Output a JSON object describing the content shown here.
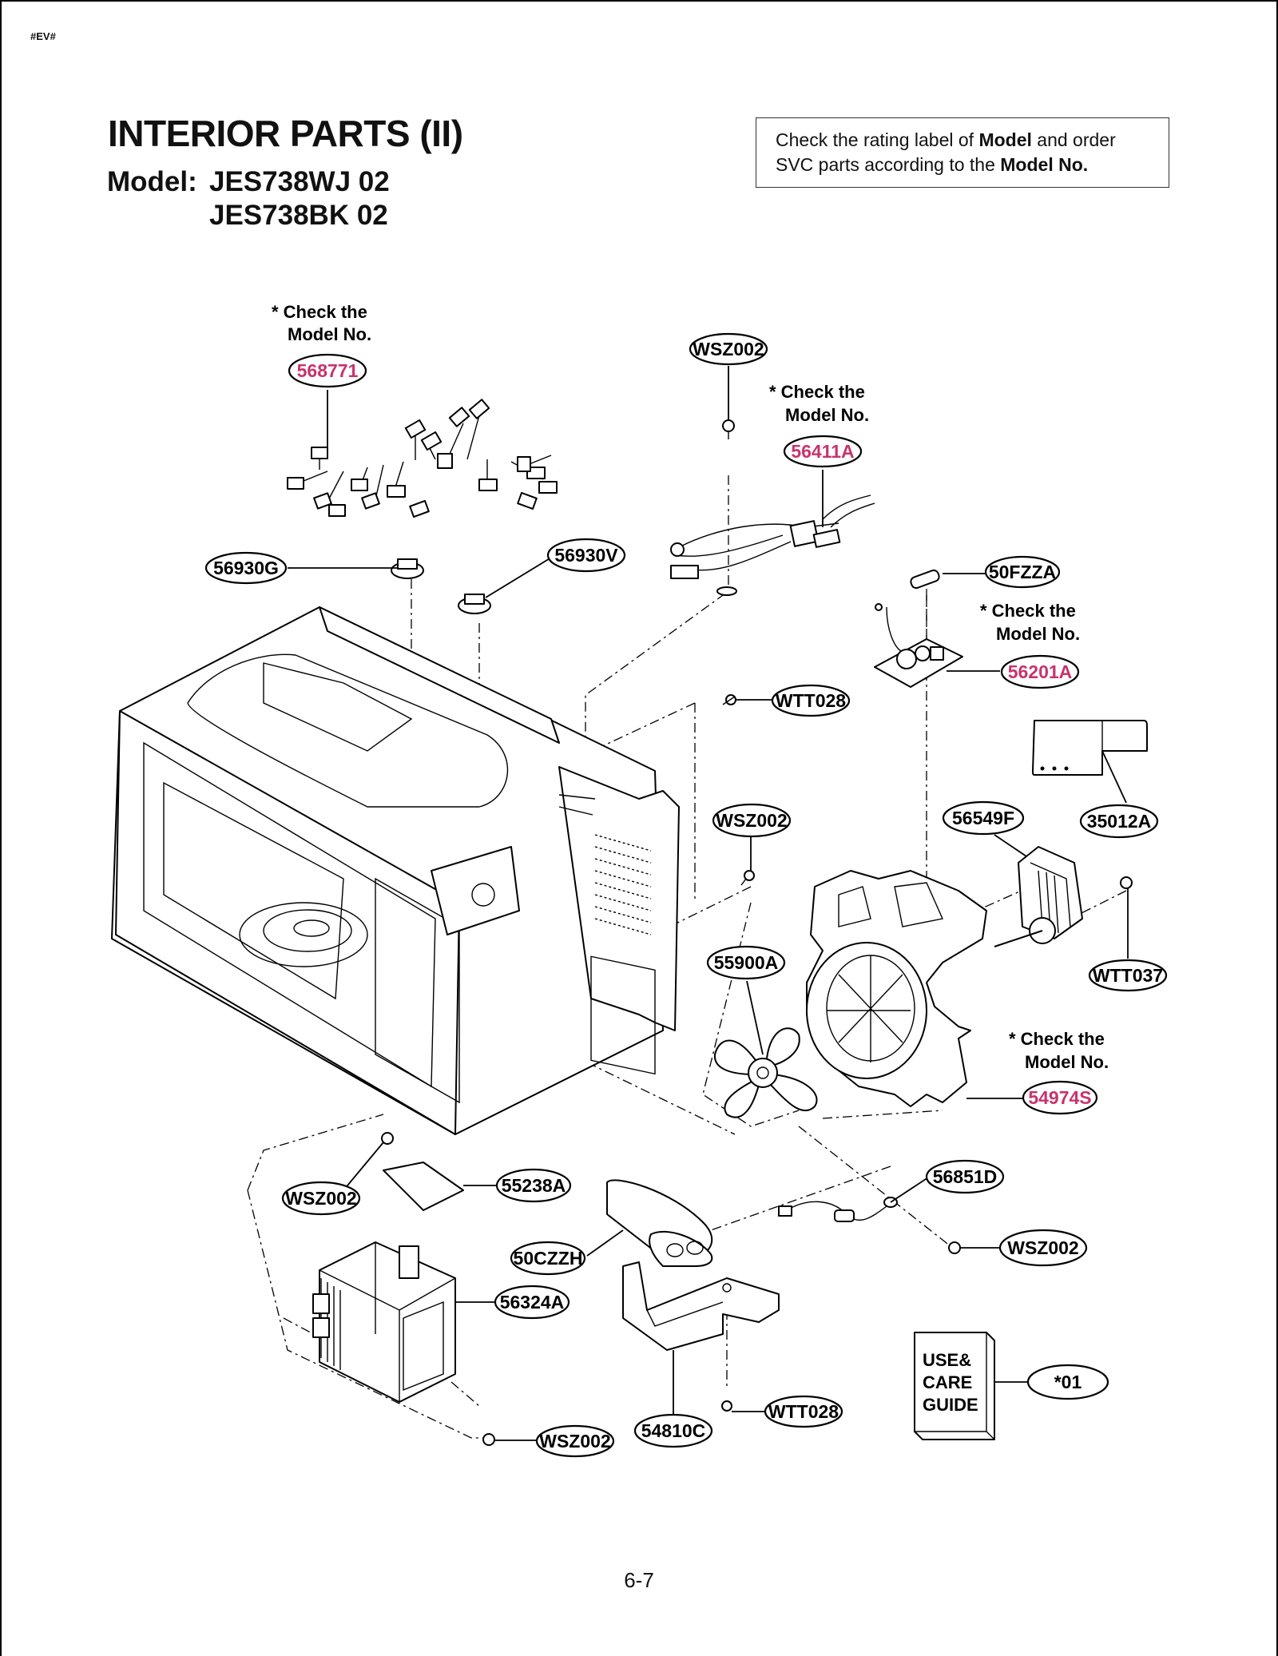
{
  "page": {
    "corner_tag": "#EV#",
    "title": "INTERIOR PARTS (II)",
    "model_label": "Model:",
    "models": [
      "JES738WJ 02",
      "JES738BK 02"
    ],
    "notice": {
      "prefix": "Check the rating label of ",
      "bold1": "Model",
      "middle": " and order",
      "line2_prefix": "SVC parts according to the ",
      "bold2": "Model No."
    },
    "page_number": "6-7"
  },
  "notes": {
    "line1": "* Check the",
    "line2": "Model No."
  },
  "parts": [
    {
      "id": "568771",
      "highlight": true
    },
    {
      "id": "WSZ002",
      "highlight": false
    },
    {
      "id": "56411A",
      "highlight": true
    },
    {
      "id": "56930G",
      "highlight": false
    },
    {
      "id": "56930V",
      "highlight": false
    },
    {
      "id": "50FZZA",
      "highlight": false
    },
    {
      "id": "56201A",
      "highlight": true
    },
    {
      "id": "WTT028",
      "highlight": false
    },
    {
      "id": "35012A",
      "highlight": false
    },
    {
      "id": "56549F",
      "highlight": false
    },
    {
      "id": "WSZ002",
      "highlight": false
    },
    {
      "id": "WTT037",
      "highlight": false
    },
    {
      "id": "55900A",
      "highlight": false
    },
    {
      "id": "54974S",
      "highlight": true
    },
    {
      "id": "56851D",
      "highlight": false
    },
    {
      "id": "WSZ002",
      "highlight": false
    },
    {
      "id": "55238A",
      "highlight": false
    },
    {
      "id": "WSZ002",
      "highlight": false
    },
    {
      "id": "50CZZH",
      "highlight": false
    },
    {
      "id": "56324A",
      "highlight": false
    },
    {
      "id": "WSZ002",
      "highlight": false
    },
    {
      "id": "54810C",
      "highlight": false
    },
    {
      "id": "WTT028",
      "highlight": false
    },
    {
      "id": "*01",
      "highlight": false
    }
  ],
  "guide_book": {
    "line1": "USE&",
    "line2": "CARE",
    "line3": "GUIDE"
  },
  "colors": {
    "highlight": "#c8336e",
    "line": "#000000"
  }
}
